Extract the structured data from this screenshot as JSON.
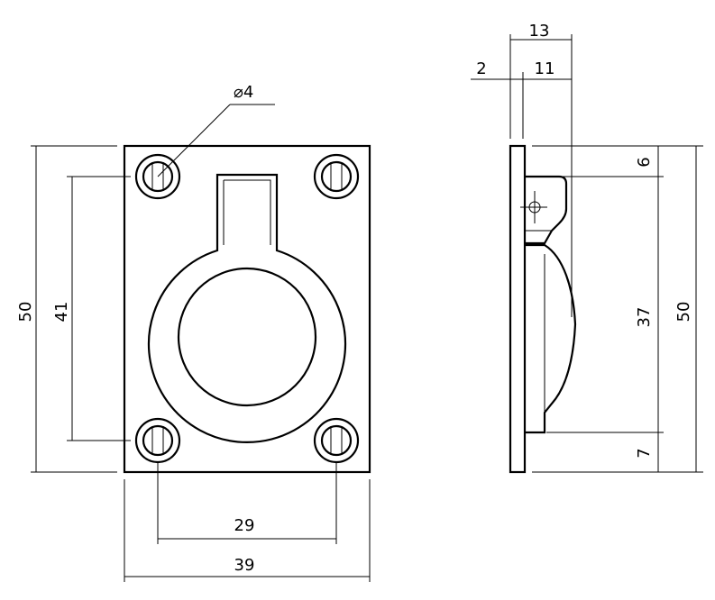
{
  "front_view": {
    "hole_diameter_label": "⌀4",
    "height_label": "50",
    "hole_vertical_spacing_label": "41",
    "hole_horizontal_spacing_label": "29",
    "width_label": "39"
  },
  "side_view": {
    "depth_label": "13",
    "plate_thickness_label": "2",
    "ring_depth_label": "11",
    "top_offset_label": "6",
    "ring_height_label": "37",
    "height_label": "50",
    "bottom_offset_label": "7"
  },
  "colors": {
    "line": "#000000",
    "background": "#ffffff"
  }
}
